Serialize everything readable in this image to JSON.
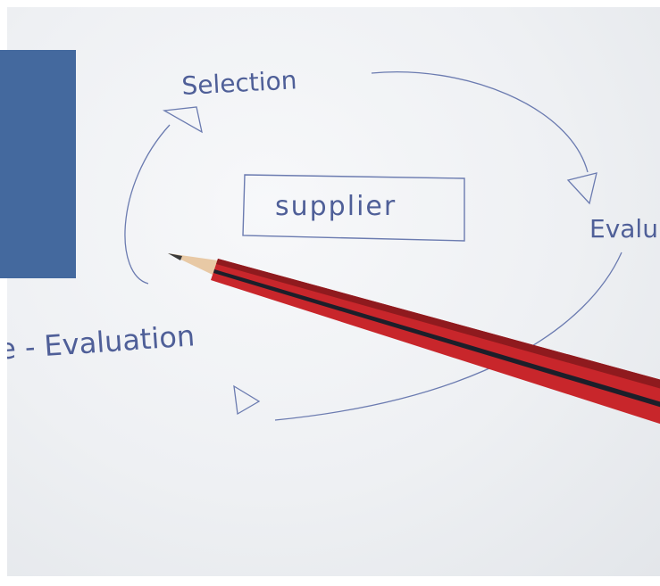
{
  "photo": {
    "labels": {
      "selection": "Selection",
      "supplier": "supplier",
      "evaluation_partial": "Evalu",
      "re_evaluation_partial": "Re - Evaluation"
    },
    "colors": {
      "ink": "#4f5f98",
      "panel": "#44699e",
      "pencil_red": "#c8262b",
      "pencil_stripe": "#1c1f2a",
      "paper": "#eef0f3"
    },
    "icons": [
      "arrowhead-icon",
      "pencil-icon"
    ]
  }
}
